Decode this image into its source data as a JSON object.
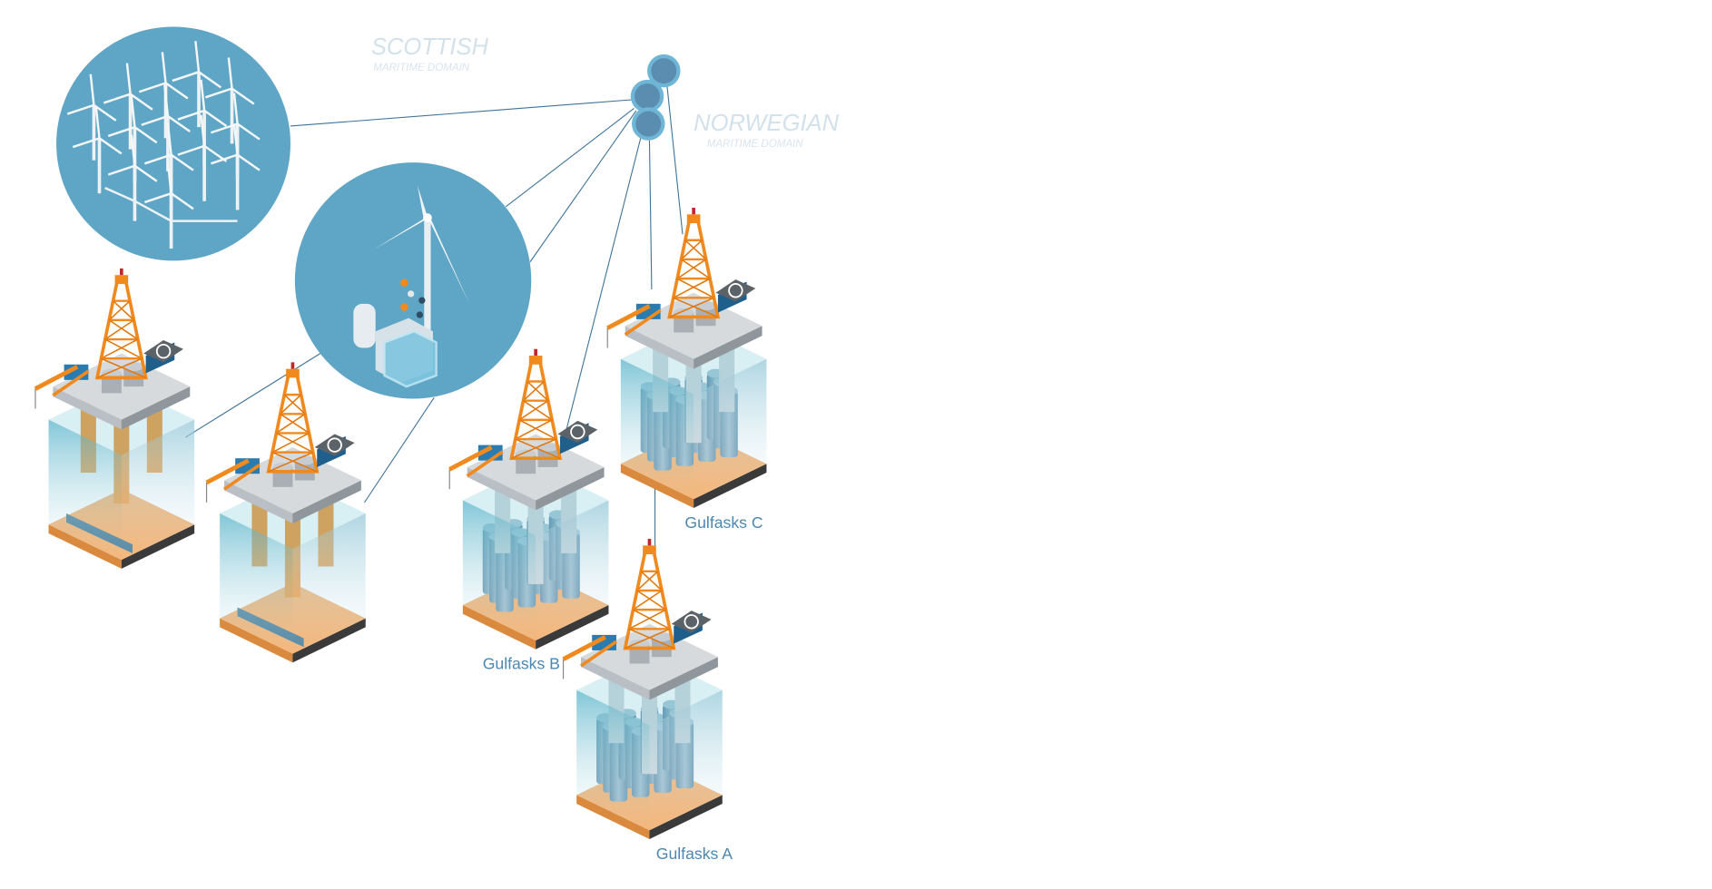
{
  "domains": {
    "scottish": {
      "title": "SCOTTISH",
      "subtitle": "MARITIME DOMAIN"
    },
    "norwegian": {
      "title": "NORWEGIAN",
      "subtitle": "MARITIME DOMAIN"
    }
  },
  "platforms": [
    {
      "label": "",
      "type": "semi-submersible"
    },
    {
      "label": "",
      "type": "semi-submersible"
    },
    {
      "label": "Gulfasks B",
      "type": "gravity-base"
    },
    {
      "label": "Gulfasks C",
      "type": "gravity-base"
    },
    {
      "label": "Gulfasks A",
      "type": "gravity-base"
    }
  ],
  "nodes": {
    "wind_farm": "offshore-wind-farm-icon",
    "hydrogen": "wind-hydrogen-plant-icon",
    "hub": "hub-node-icon"
  },
  "colors": {
    "circle": "#5fa6c6",
    "hub": "#5a8db0",
    "link": "#3f7399",
    "label": "#4b87b1",
    "steel": "#f08a1e",
    "base": "#f0a55c"
  }
}
